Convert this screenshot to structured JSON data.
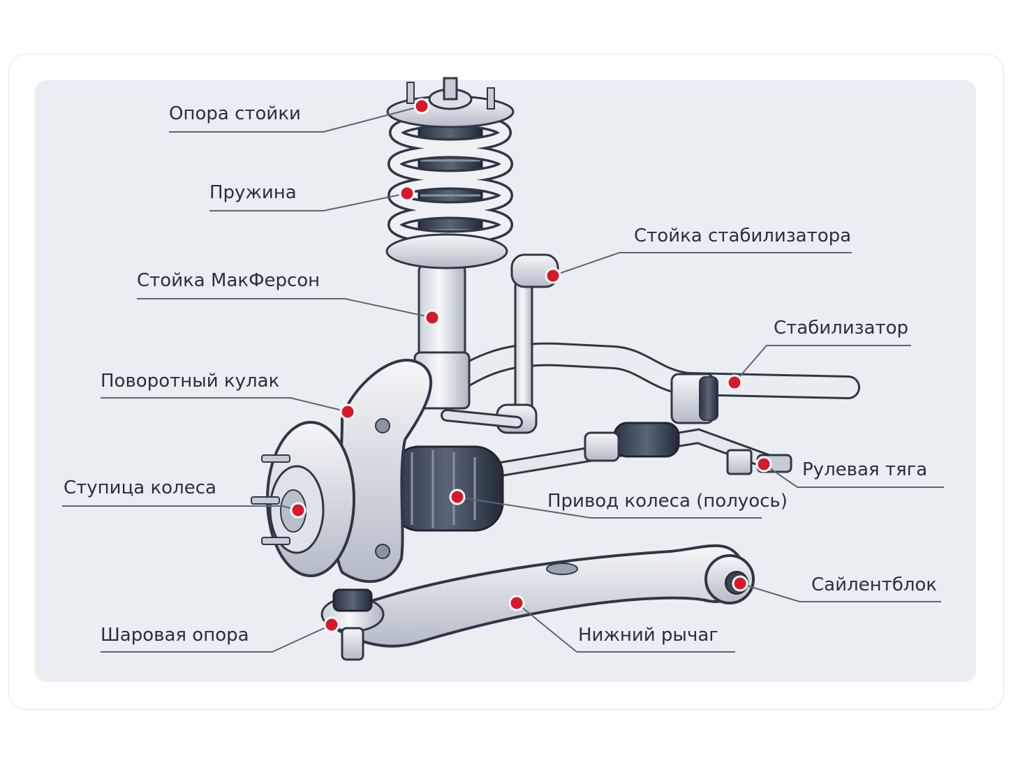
{
  "labels": {
    "strut_mount": "Опора стойки",
    "spring": "Пружина",
    "macpherson": "Стойка МакФерсон",
    "stab_link": "Стойка стабилизатора",
    "stabilizer": "Стабилизатор",
    "knuckle": "Поворотный кулак",
    "tie_rod": "Рулевая тяга",
    "hub": "Ступица колеса",
    "driveshaft": "Привод колеса (полуось)",
    "bushing": "Сайлентблок",
    "ball_joint": "Шаровая опора",
    "lower_arm": "Нижний рычаг"
  },
  "colors": {
    "marker": "#d7182a",
    "line": "#5b6577",
    "panel": "#eaeef3",
    "text": "#2a2f38"
  }
}
